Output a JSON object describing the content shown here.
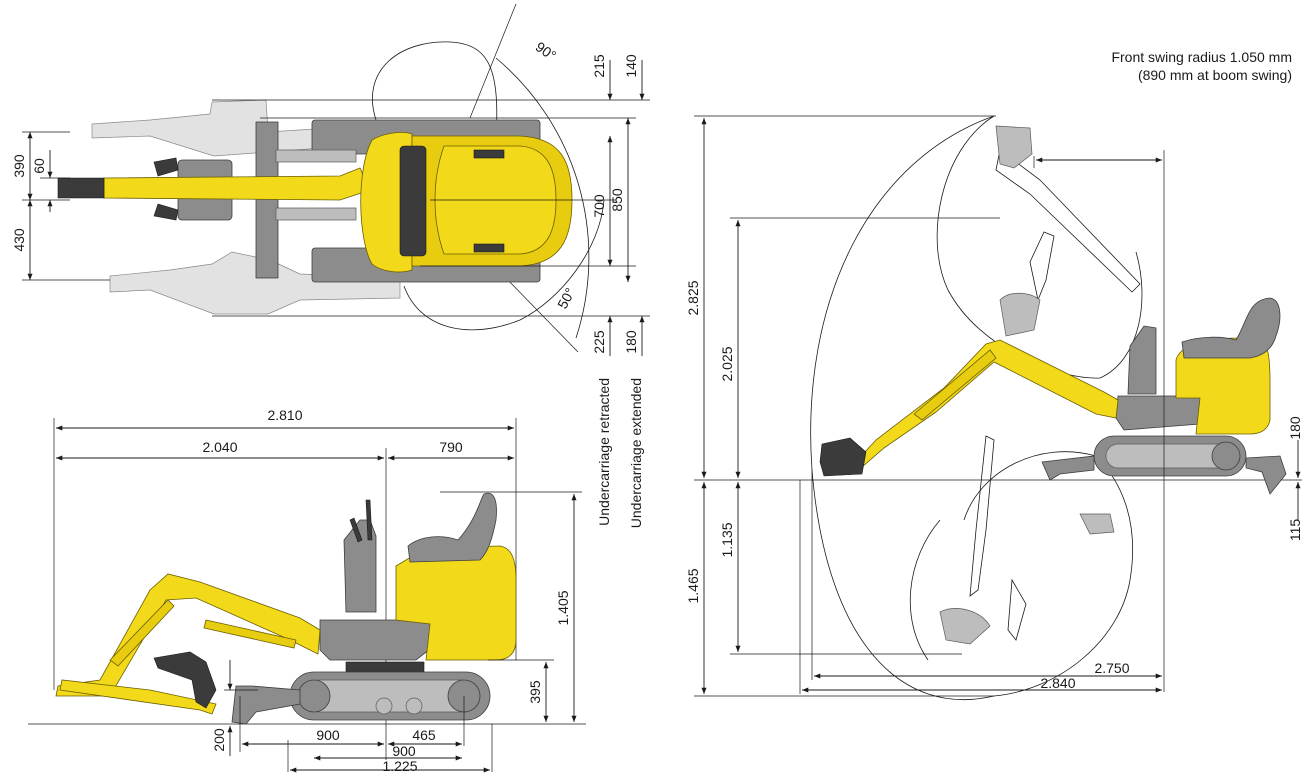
{
  "notes": {
    "front_swing_line1": "Front swing radius 1.050 mm",
    "front_swing_line2": "(890 mm at boom swing)",
    "undercarriage_retracted": "Undercarriage retracted",
    "undercarriage_extended": "Undercarriage extended"
  },
  "top_view": {
    "angle_top": "90°",
    "angle_bottom": "50°",
    "dims": {
      "d215": "215",
      "d140": "140",
      "d390": "390",
      "d60": "60",
      "d430": "430",
      "d700": "700",
      "d850": "850",
      "d225": "225",
      "d180": "180"
    }
  },
  "side_view": {
    "dims": {
      "d2810": "2.810",
      "d2040": "2.040",
      "d790": "790",
      "d1405": "1.405",
      "d395": "395",
      "d200": "200",
      "d900a": "900",
      "d465": "465",
      "d900b": "900",
      "d1225": "1.225"
    }
  },
  "range_view": {
    "dims": {
      "d2825": "2.825",
      "d2025": "2.025",
      "d1135": "1.135",
      "d1465": "1.465",
      "d2750": "2.750",
      "d2840": "2.840",
      "d180": "180",
      "d115": "115"
    }
  },
  "colors": {
    "machine_yellow": "#f2da1a",
    "undercarriage_grey": "#8c8c8c",
    "line": "#1a1a1a"
  }
}
